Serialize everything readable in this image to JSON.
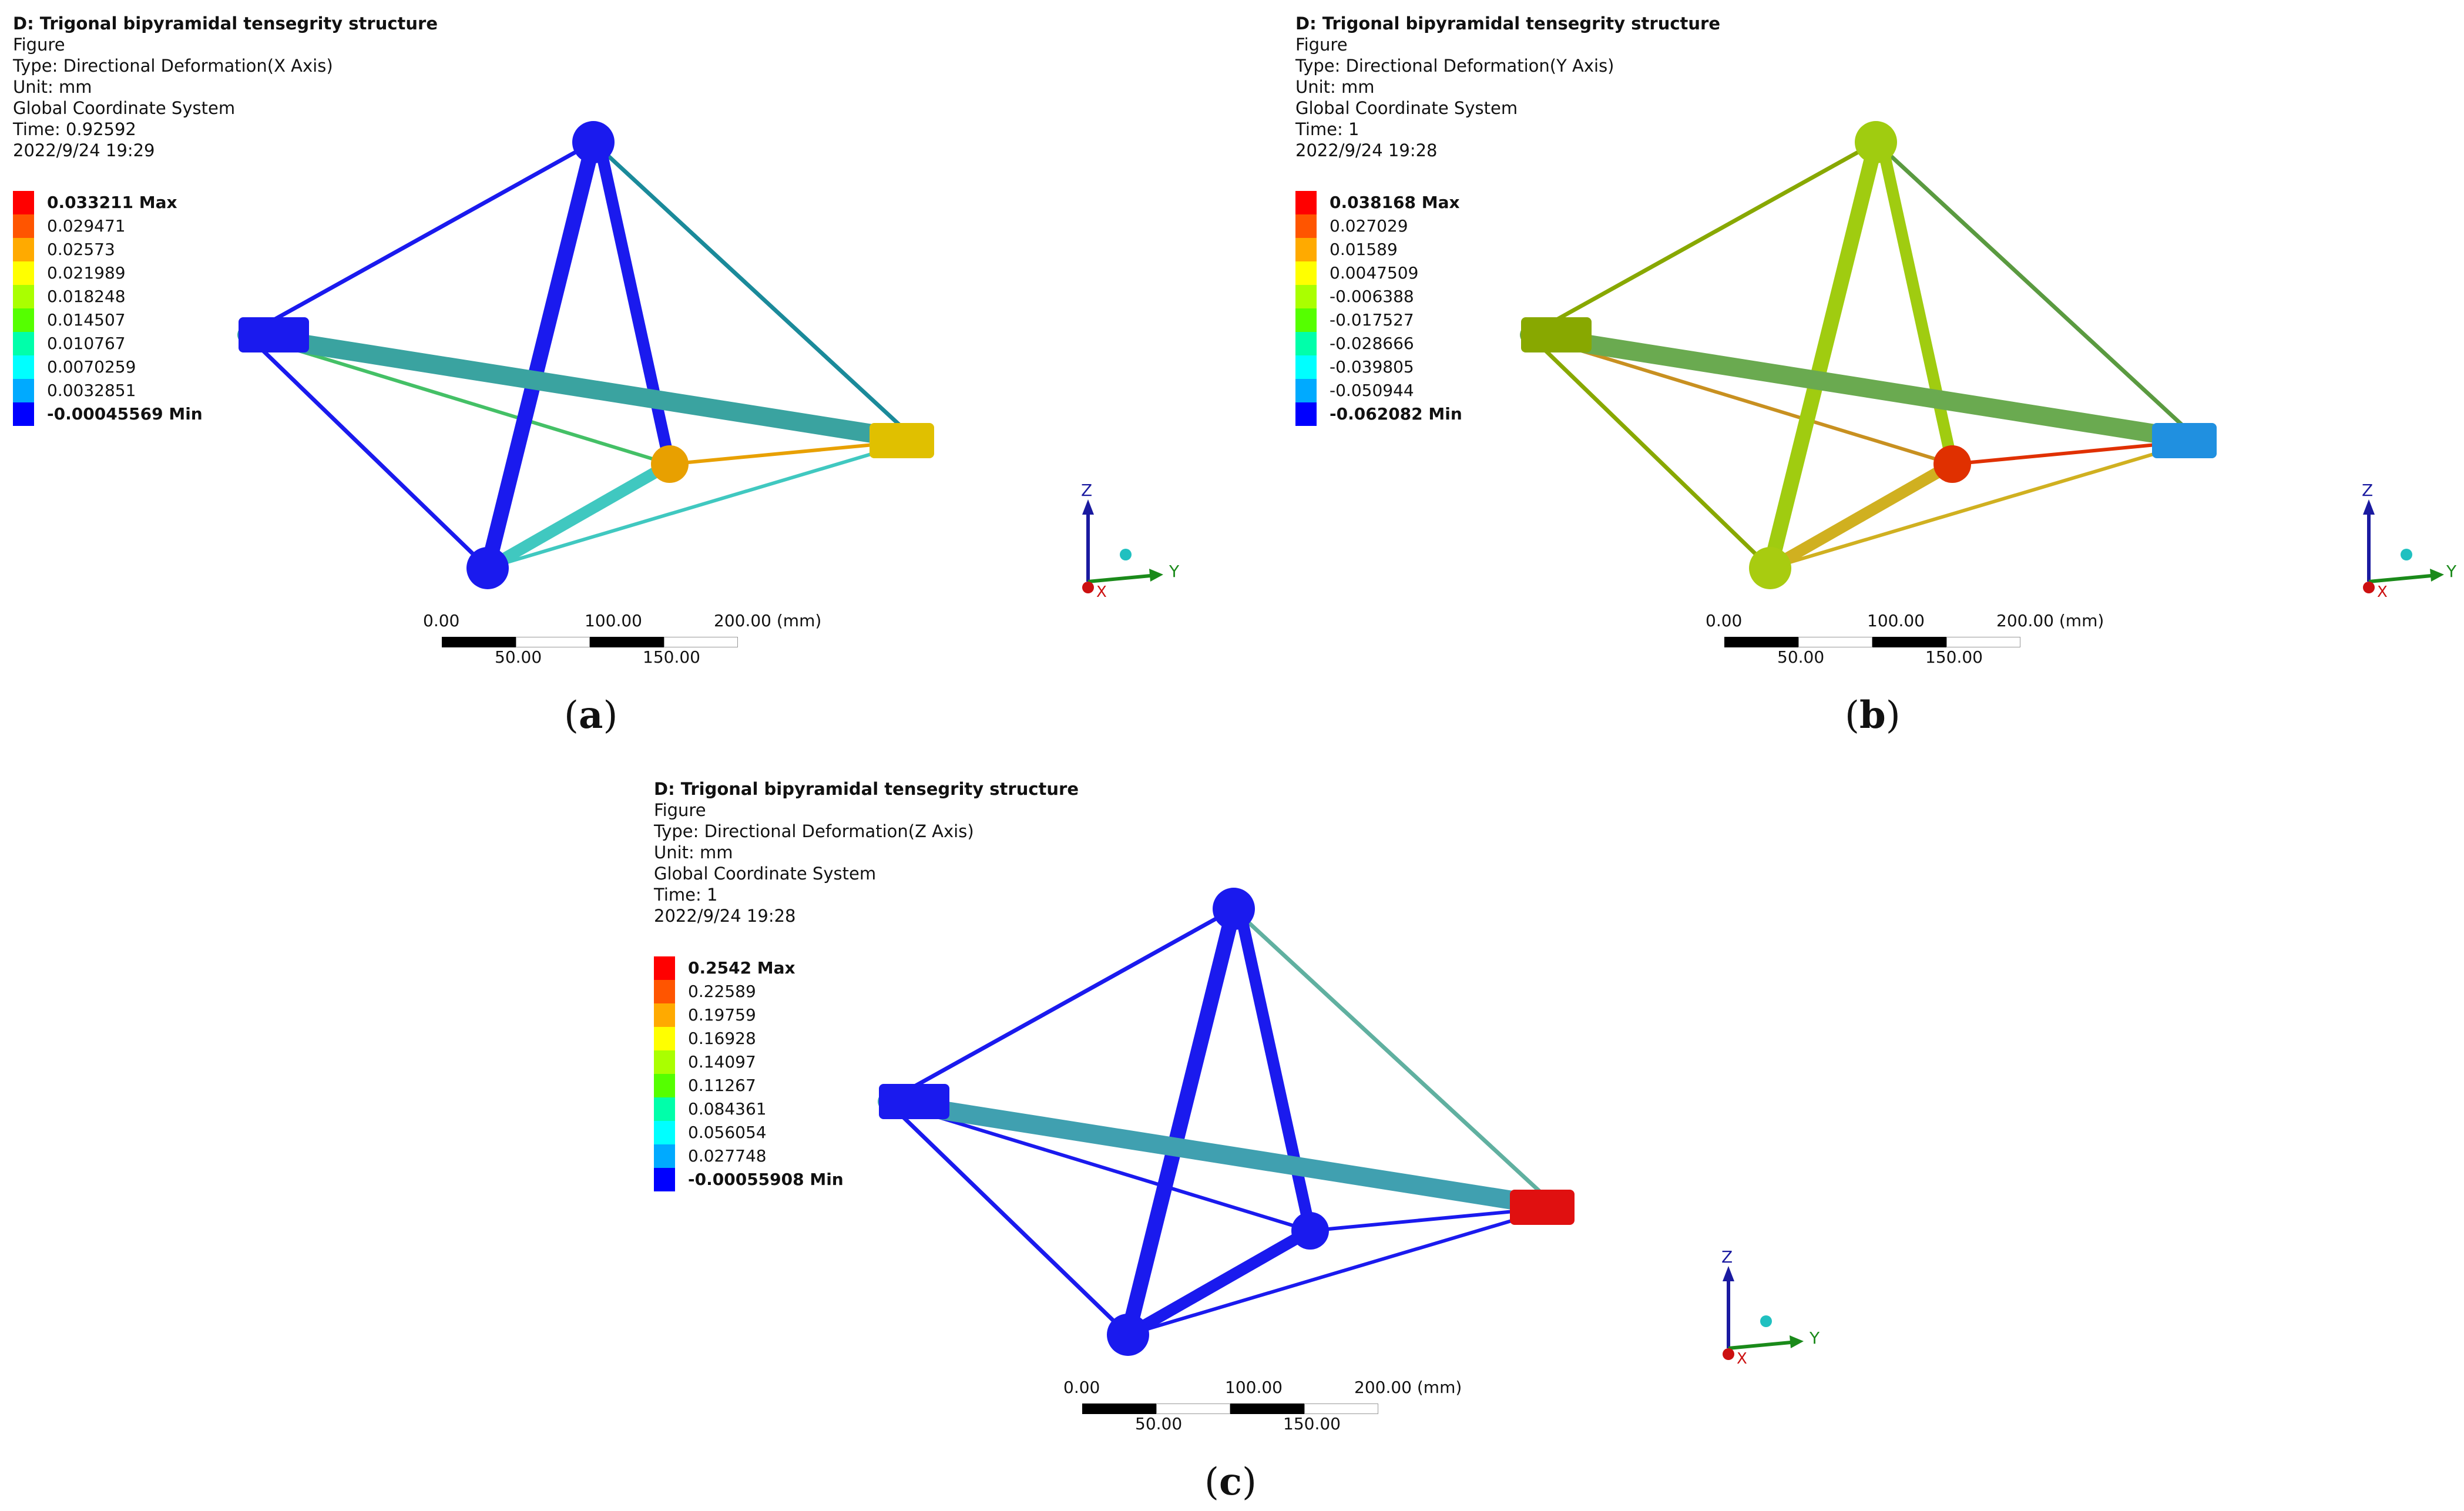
{
  "panels": [
    {
      "caption_label": "a",
      "header": {
        "title": "D: Trigonal bipyramidal tensegrity structure",
        "figure": "Figure",
        "type": "Type: Directional Deformation(X Axis)",
        "unit": "Unit: mm",
        "coord": "Global Coordinate System",
        "time": "Time: 0.92592",
        "date": "2022/9/24 19:29"
      },
      "legend": [
        {
          "label": "0.033211 Max",
          "color": "#ff0000",
          "bold": true
        },
        {
          "label": "0.029471",
          "color": "#ff5500"
        },
        {
          "label": "0.02573",
          "color": "#ffaa00"
        },
        {
          "label": "0.021989",
          "color": "#ffff00"
        },
        {
          "label": "0.018248",
          "color": "#aaff00"
        },
        {
          "label": "0.014507",
          "color": "#55ff00"
        },
        {
          "label": "0.010767",
          "color": "#00ffaa"
        },
        {
          "label": "0.0070259",
          "color": "#00ffff"
        },
        {
          "label": "0.0032851",
          "color": "#00aaff"
        },
        {
          "label": "-0.00045569 Min",
          "color": "#0000ff",
          "bold": true
        }
      ],
      "structure_colors": {
        "top": "#1a1aee",
        "left": "#1a1aee",
        "bottom": "#1a1aee",
        "center": "#e8a000",
        "right": "#e0c000",
        "cable_top_right": "#1a8a9a",
        "cable_left_center": "#44c066",
        "cable_bottom_center": "#40c8c0",
        "rod_left_right": "#3aa3a0"
      }
    },
    {
      "caption_label": "b",
      "header": {
        "title": "D: Trigonal bipyramidal tensegrity structure",
        "figure": "Figure",
        "type": "Type: Directional Deformation(Y Axis)",
        "unit": "Unit: mm",
        "coord": "Global Coordinate System",
        "time": "Time: 1",
        "date": "2022/9/24 19:28"
      },
      "legend": [
        {
          "label": "0.038168 Max",
          "color": "#ff0000",
          "bold": true
        },
        {
          "label": "0.027029",
          "color": "#ff5500"
        },
        {
          "label": "0.01589",
          "color": "#ffaa00"
        },
        {
          "label": "0.0047509",
          "color": "#ffff00"
        },
        {
          "label": "-0.006388",
          "color": "#aaff00"
        },
        {
          "label": "-0.017527",
          "color": "#55ff00"
        },
        {
          "label": "-0.028666",
          "color": "#00ffaa"
        },
        {
          "label": "-0.039805",
          "color": "#00ffff"
        },
        {
          "label": "-0.050944",
          "color": "#00aaff"
        },
        {
          "label": "-0.062082 Min",
          "color": "#0000ff",
          "bold": true
        }
      ],
      "structure_colors": {
        "top": "#a0cc10",
        "left": "#88a800",
        "bottom": "#a8cc10",
        "center": "#e03000",
        "right": "#2090e0",
        "cable_top_right": "#5a9a40",
        "cable_left_center": "#c89020",
        "cable_bottom_center": "#d0b020",
        "rod_left_right": "#6aaa50"
      }
    },
    {
      "caption_label": "c",
      "header": {
        "title": "D: Trigonal bipyramidal tensegrity structure",
        "figure": "Figure",
        "type": "Type: Directional Deformation(Z Axis)",
        "unit": "Unit: mm",
        "coord": "Global Coordinate System",
        "time": "Time: 1",
        "date": "2022/9/24 19:28"
      },
      "legend": [
        {
          "label": "0.2542 Max",
          "color": "#ff0000",
          "bold": true
        },
        {
          "label": "0.22589",
          "color": "#ff5500"
        },
        {
          "label": "0.19759",
          "color": "#ffaa00"
        },
        {
          "label": "0.16928",
          "color": "#ffff00"
        },
        {
          "label": "0.14097",
          "color": "#aaff00"
        },
        {
          "label": "0.11267",
          "color": "#55ff00"
        },
        {
          "label": "0.084361",
          "color": "#00ffaa"
        },
        {
          "label": "0.056054",
          "color": "#00ffff"
        },
        {
          "label": "0.027748",
          "color": "#00aaff"
        },
        {
          "label": "-0.00055908 Min",
          "color": "#0000ff",
          "bold": true
        }
      ],
      "structure_colors": {
        "top": "#1a1aee",
        "left": "#1a1aee",
        "bottom": "#1a1aee",
        "center": "#1a1aee",
        "right": "#e01010",
        "cable_top_right": "#60b0a0",
        "cable_left_center": "#1a1aee",
        "cable_bottom_center": "#1a1aee",
        "rod_left_right": "#40a0b0"
      }
    }
  ],
  "scale_bar": {
    "top_labels": [
      "0.00",
      "100.00",
      "200.00 (mm)"
    ],
    "bottom_labels": [
      "50.00",
      "150.00"
    ]
  },
  "triad": {
    "z": "Z",
    "y": "Y",
    "x": "X"
  }
}
